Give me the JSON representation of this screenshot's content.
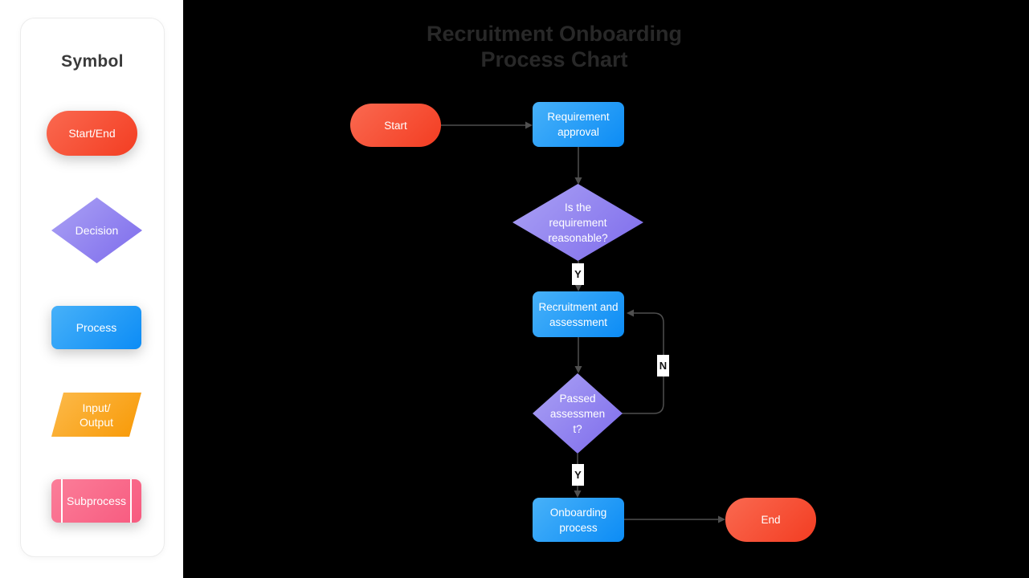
{
  "sidebar": {
    "title": "Symbol",
    "items": [
      {
        "id": "start-end",
        "label": "Start/End",
        "shape": "pill"
      },
      {
        "id": "decision",
        "label": "Decision",
        "shape": "diamond"
      },
      {
        "id": "process",
        "label": "Process",
        "shape": "rounded-rect"
      },
      {
        "id": "input-output",
        "label": "Input/\nOutput",
        "shape": "parallelogram"
      },
      {
        "id": "subprocess",
        "label": "Subprocess",
        "shape": "subprocess-rect"
      }
    ]
  },
  "canvas": {
    "title": "Recruitment Onboarding\nProcess Chart",
    "nodes": [
      {
        "id": "start",
        "type": "start-end",
        "label": "Start"
      },
      {
        "id": "requirement-approval",
        "type": "process",
        "label": "Requirement\napproval"
      },
      {
        "id": "requirement-reasonable",
        "type": "decision",
        "label": "Is the\nrequirement\nreasonable?"
      },
      {
        "id": "recruitment-assessment",
        "type": "process",
        "label": "Recruitment and\nassessment"
      },
      {
        "id": "passed-assessment",
        "type": "decision",
        "label": "Passed\nassessmen\nt?"
      },
      {
        "id": "onboarding-process",
        "type": "process",
        "label": "Onboarding\nprocess"
      },
      {
        "id": "end",
        "type": "start-end",
        "label": "End"
      }
    ],
    "edges": [
      {
        "from": "start",
        "to": "requirement-approval",
        "label": ""
      },
      {
        "from": "requirement-approval",
        "to": "requirement-reasonable",
        "label": ""
      },
      {
        "from": "requirement-reasonable",
        "to": "recruitment-assessment",
        "label": "Y"
      },
      {
        "from": "recruitment-assessment",
        "to": "passed-assessment",
        "label": ""
      },
      {
        "from": "passed-assessment",
        "to": "recruitment-assessment",
        "label": "N"
      },
      {
        "from": "passed-assessment",
        "to": "onboarding-process",
        "label": "Y"
      },
      {
        "from": "onboarding-process",
        "to": "end",
        "label": ""
      }
    ]
  },
  "palette": {
    "start_end_gradient": [
      "#fa6950",
      "#f33d22"
    ],
    "decision_gradient": [
      "#aba2f4",
      "#7d6bec"
    ],
    "process_gradient": [
      "#47b1f9",
      "#0c8cf5"
    ],
    "input_output_gradient": [
      "#fcba4b",
      "#f89905"
    ],
    "subprocess_gradient": [
      "#fb7e99",
      "#f75a7f"
    ],
    "connector_color": "#4f4f4f",
    "canvas_background": "#000000",
    "panel_background": "#ffffff",
    "title_color": "#282828"
  }
}
